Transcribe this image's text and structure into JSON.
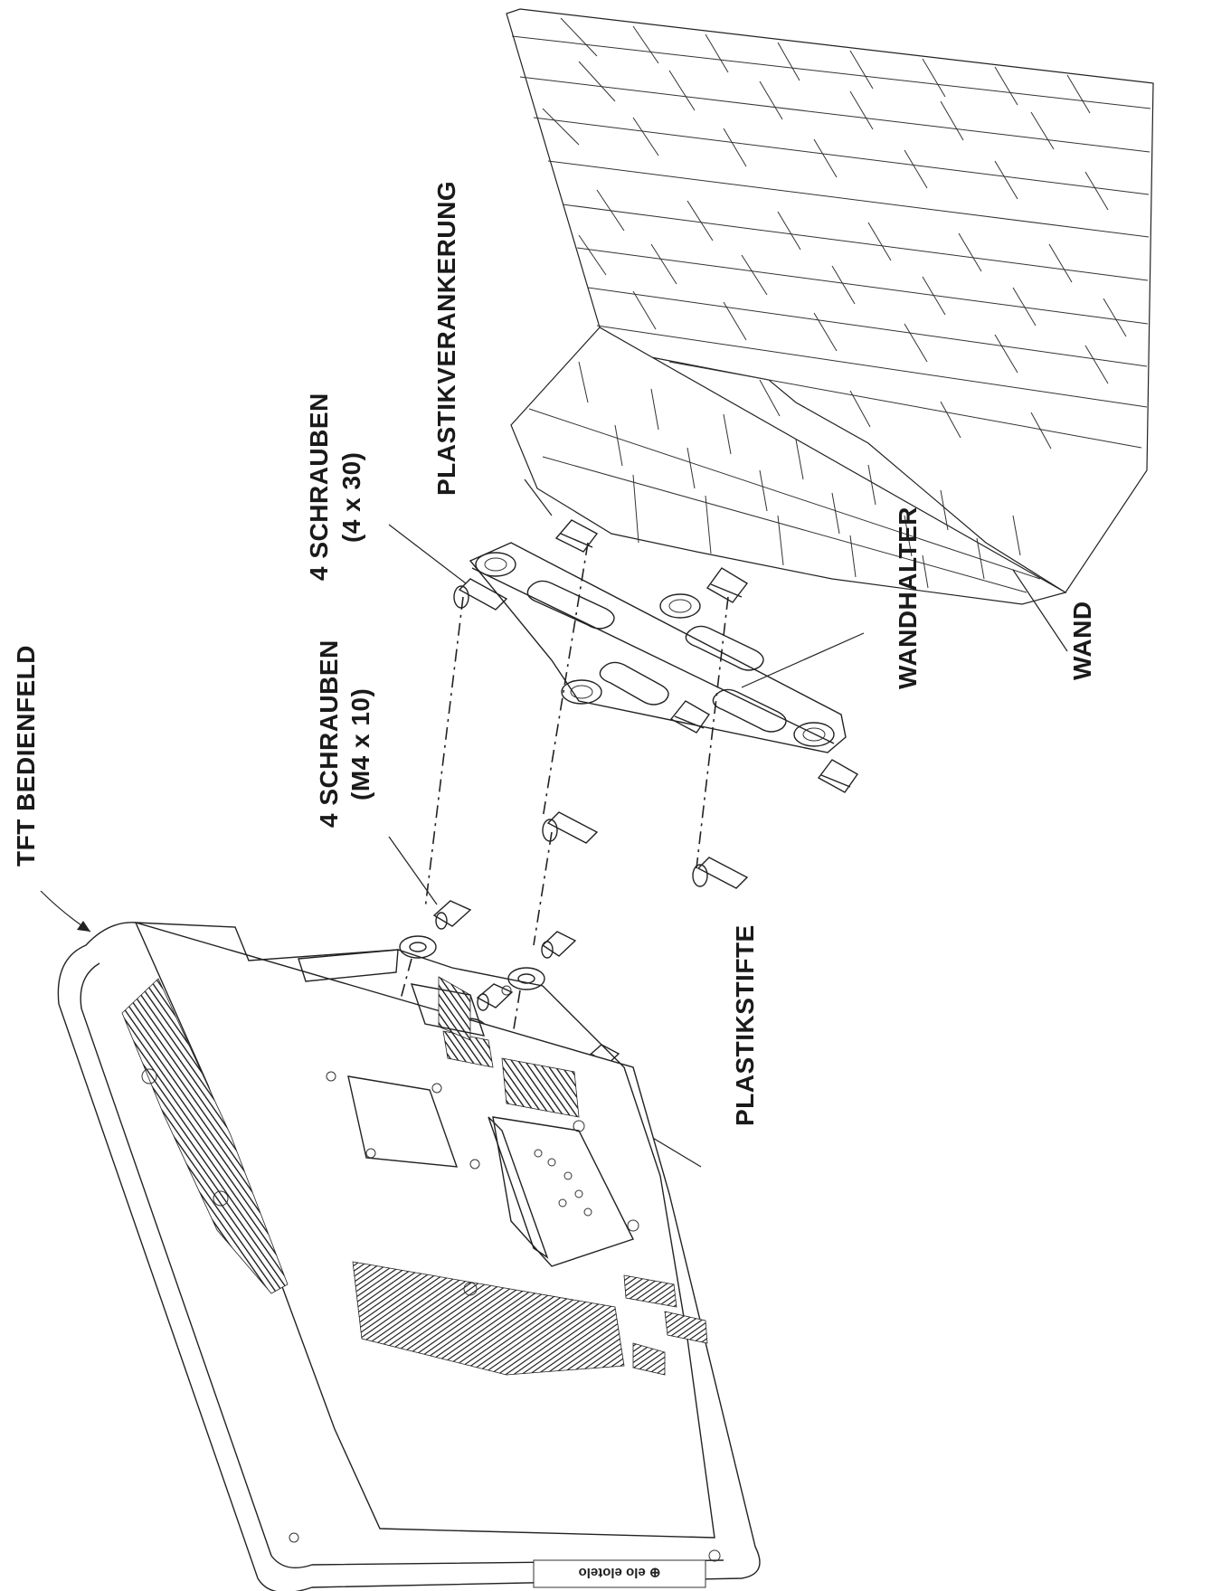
{
  "labels": {
    "tft_panel": "TFT BEDIENFELD",
    "screws_m4_line1": "4 SCHRAUBEN",
    "screws_m4_line2": "(M4 x 10)",
    "screws_4x30_line1": "4 SCHRAUBEN",
    "screws_4x30_line2": "(4 x 30)",
    "plastic_anchor": "PLASTIKVERANKERUNG",
    "wall_bracket": "WANDHALTER",
    "wall": "WAND",
    "plastic_pins": "PLASTIKSTIFTE",
    "brand_plate": "⊕ elo elotelo"
  },
  "colors": {
    "line": "#222222",
    "background": "#ffffff"
  }
}
